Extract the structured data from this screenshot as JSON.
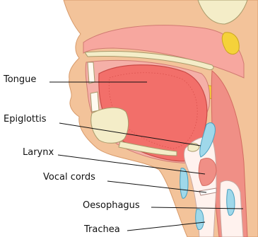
{
  "labels": {
    "tongue": "Tongue",
    "epiglottis": "Epiglottis",
    "larynx": "Larynx",
    "vocal_cords": "Vocal cords",
    "oesophagus": "Oesophagus",
    "trachea": "Trachea"
  },
  "colors": {
    "skin": "#f3c39a",
    "skin_dark": "#e6a878",
    "flesh": "#f08f86",
    "flesh_dark": "#e1605a",
    "tongue": "#f26f6a",
    "bone": "#f4edc8",
    "bone_outline": "#a89a6a",
    "cartilage": "#9fd8ea",
    "airway": "#fff2ee",
    "fat": "#f5d23a"
  }
}
